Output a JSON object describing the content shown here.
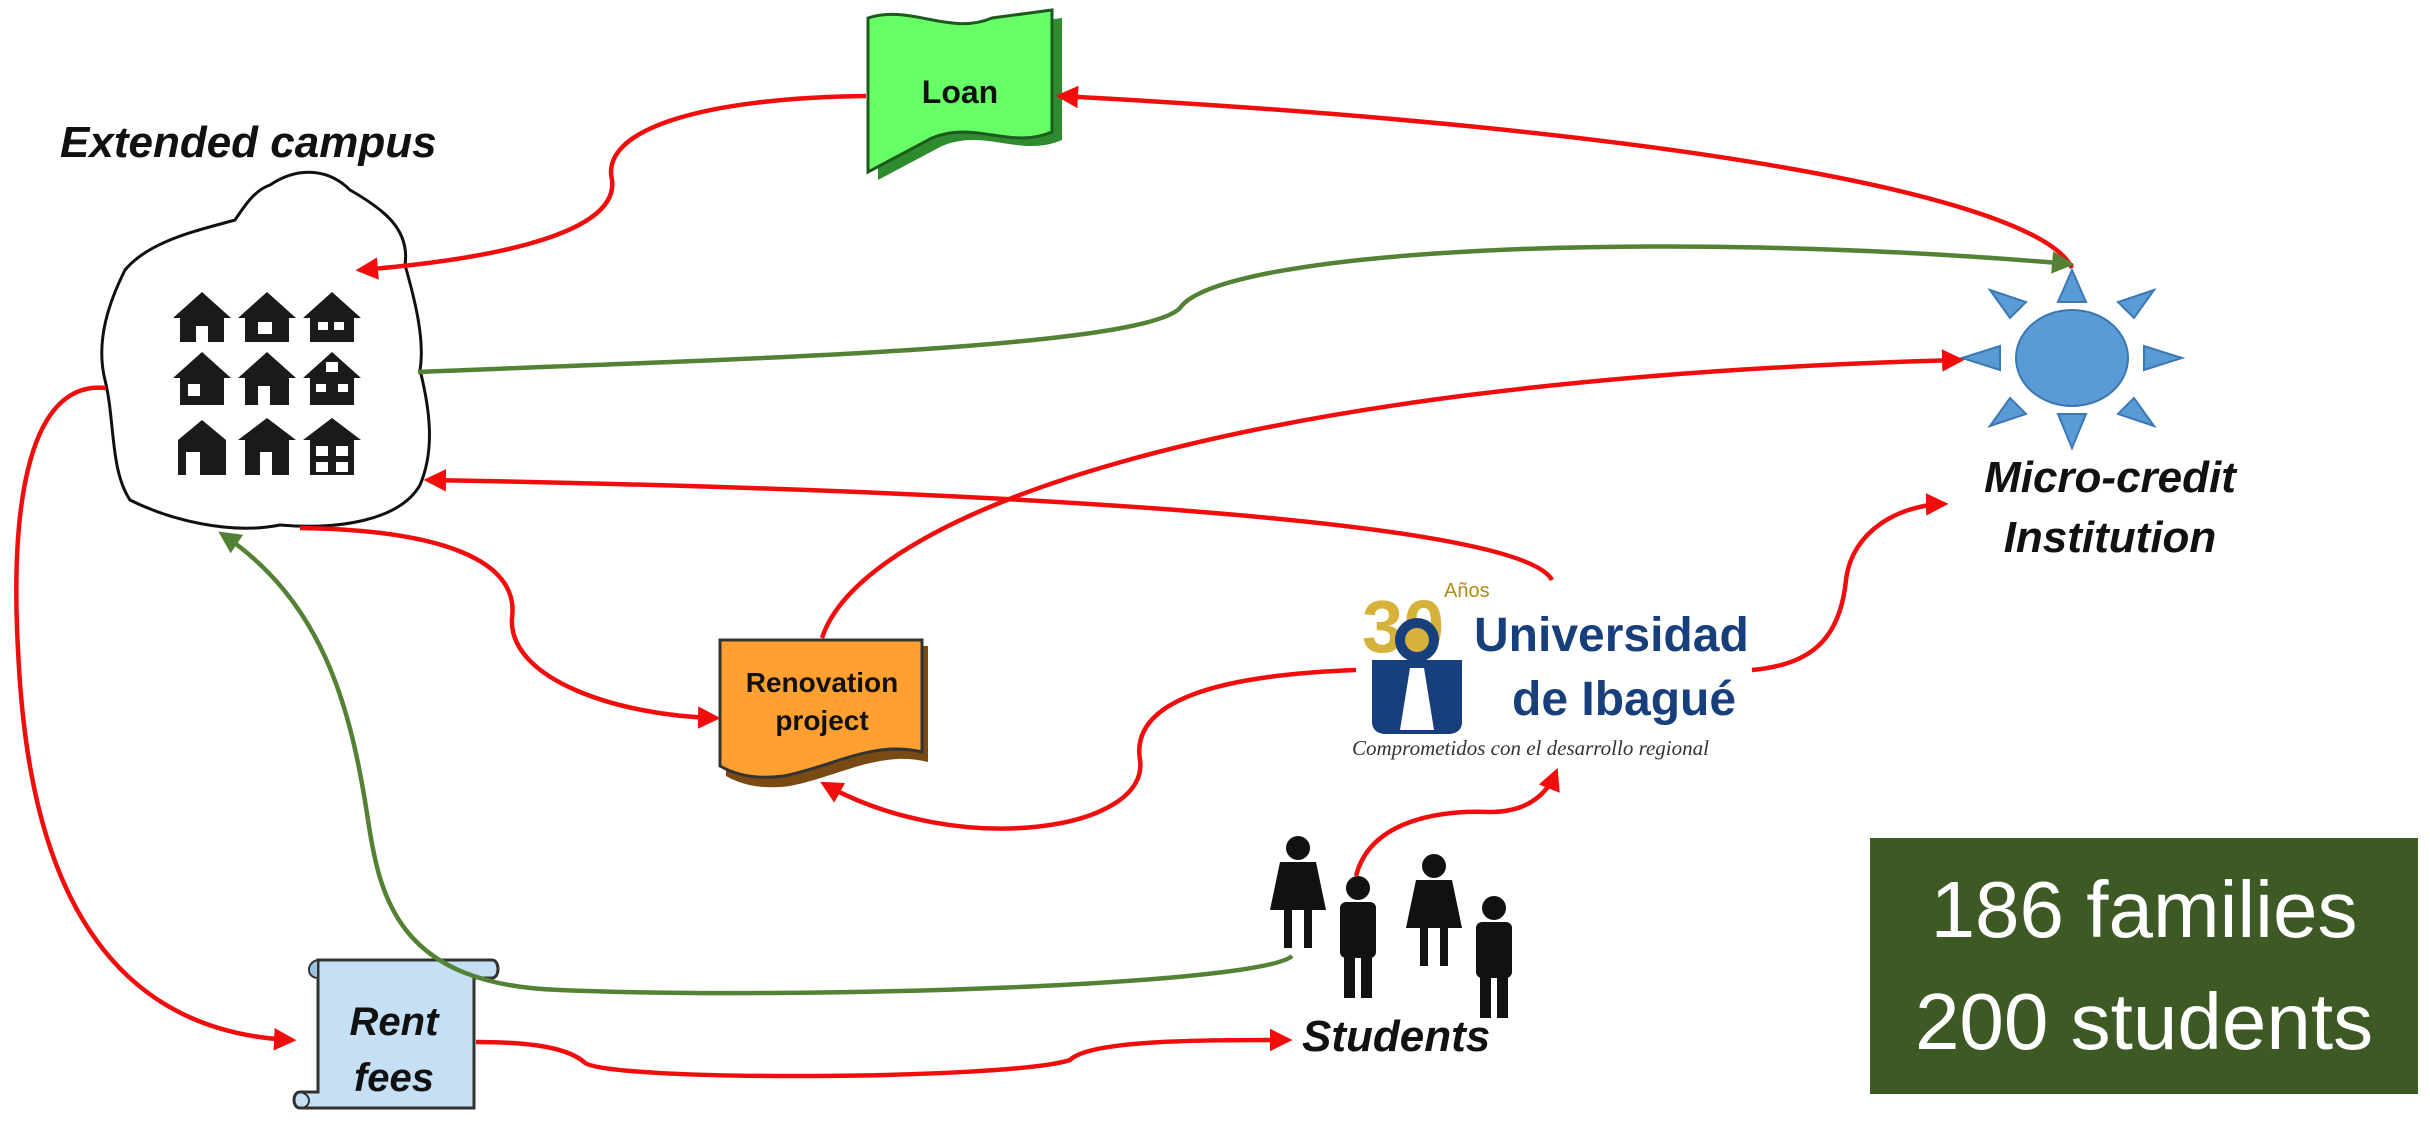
{
  "labels": {
    "extended_campus": "Extended campus",
    "micro_credit_line1": "Micro-credit",
    "micro_credit_line2": "Institution",
    "students": "Students"
  },
  "boxes": {
    "loan": "Loan",
    "renovation_line1": "Renovation",
    "renovation_line2": "project",
    "rent_line1": "Rent",
    "rent_line2": "fees"
  },
  "university_logo": {
    "number": "30",
    "years": "Años",
    "name_line1": "Universidad",
    "name_line2": "de Ibagué",
    "tagline": "Comprometidos con el desarrollo regional"
  },
  "stats": {
    "families": "186 families",
    "students": "200 students"
  },
  "colors": {
    "red_arrow": "#f20d0d",
    "green_arrow": "#548235",
    "loan_box": "#66ff66",
    "renovation_box": "#ffa030",
    "rent_scroll": "#c5e0f5",
    "sun": "#5b9bd5",
    "stat_box": "#3d5a25",
    "university_blue": "#173f7c",
    "university_gold": "#d6b23a"
  }
}
